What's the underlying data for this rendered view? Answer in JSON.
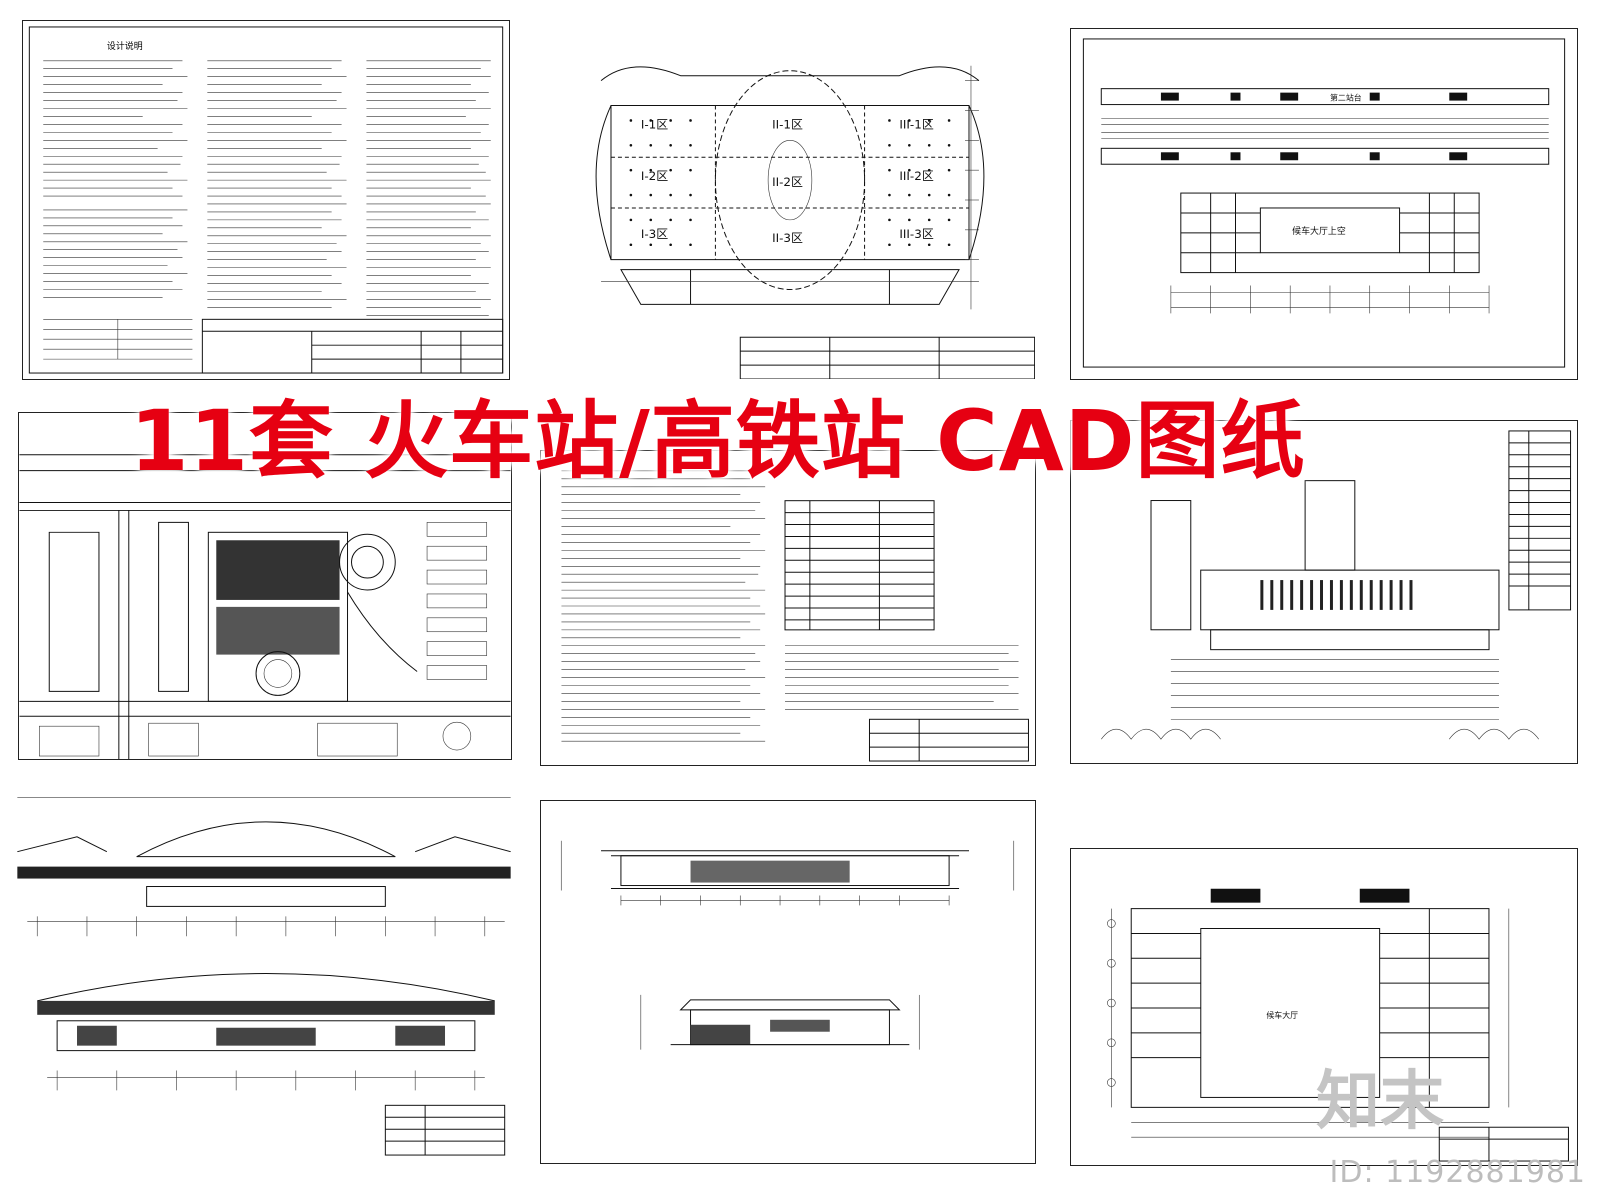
{
  "headline": "11套 火车站/高铁站 CAD图纸",
  "watermark": {
    "brand": "知末",
    "id_label": "ID: 1192881981"
  },
  "accent_color": "#e60012",
  "thumbnails": [
    {
      "name": "design-notes-sheet",
      "title": "设计说明"
    },
    {
      "name": "zoning-plan",
      "zones": [
        "I-1区",
        "II-1区",
        "III-1区",
        "I-2区",
        "II-2区",
        "III-2区",
        "I-3区",
        "II-3区",
        "III-3区"
      ]
    },
    {
      "name": "platform-floor-plan",
      "labels": [
        "第二站台",
        "候车大厅上空"
      ]
    },
    {
      "name": "site-master-plan"
    },
    {
      "name": "technical-specification-sheet"
    },
    {
      "name": "station-hall-plan"
    },
    {
      "name": "canopy-sections"
    },
    {
      "name": "elevation-and-section"
    },
    {
      "name": "second-floor-plan",
      "labels": [
        "候车大厅"
      ]
    }
  ]
}
